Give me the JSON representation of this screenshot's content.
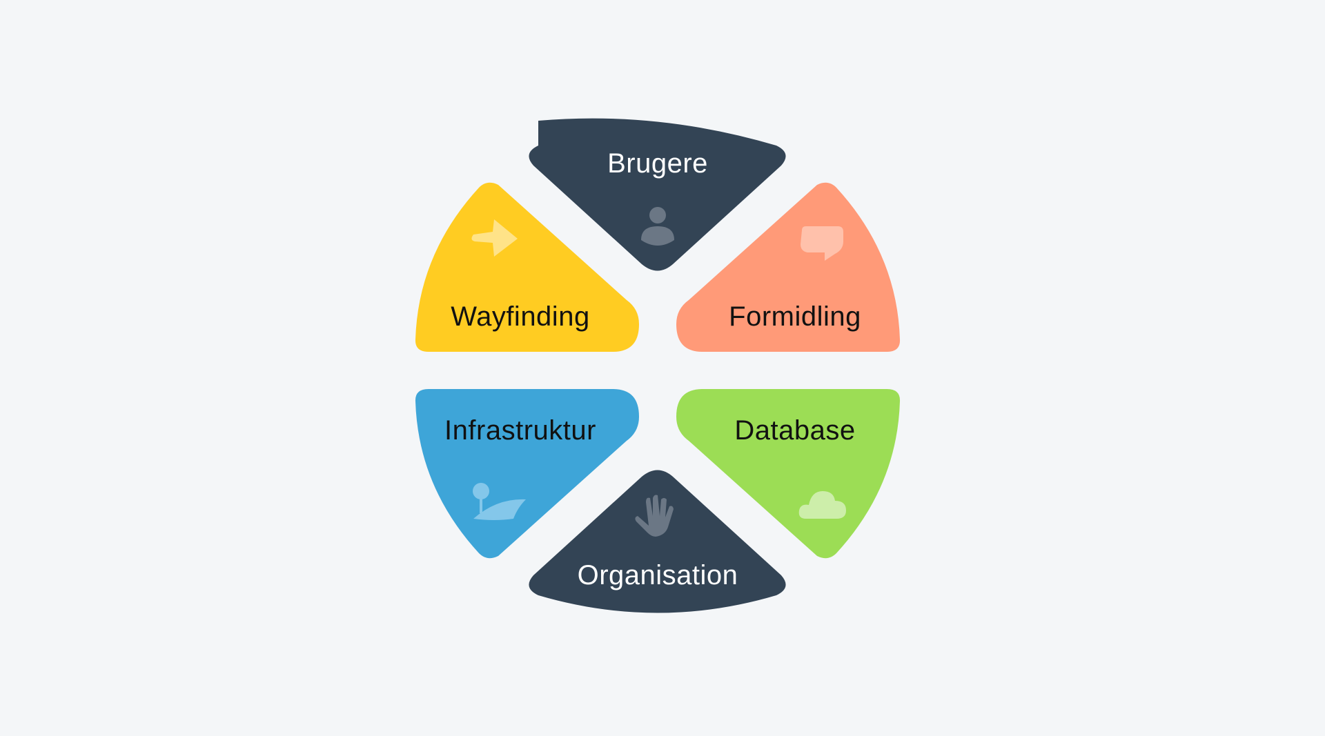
{
  "background_color": "#f4f6f8",
  "segments": [
    {
      "id": "brugere",
      "label": "Brugere",
      "color": "#334455",
      "icon": "user-icon",
      "icon_color": "#6b7785"
    },
    {
      "id": "formidling",
      "label": "Formidling",
      "color": "#ff9a78",
      "icon": "speech-bubble-icon",
      "icon_color": "#ffc1ab"
    },
    {
      "id": "database",
      "label": "Database",
      "color": "#9cdd55",
      "icon": "cloud-icon",
      "icon_color": "#cdeeaa"
    },
    {
      "id": "organisation",
      "label": "Organisation",
      "color": "#334455",
      "icon": "hand-icon",
      "icon_color": "#6b7785"
    },
    {
      "id": "infrastruktur",
      "label": "Infrastruktur",
      "color": "#3ea5d8",
      "icon": "landscape-icon",
      "icon_color": "#84c7ea"
    },
    {
      "id": "wayfinding",
      "label": "Wayfinding",
      "color": "#ffcc22",
      "icon": "arrow-right-icon",
      "icon_color": "#ffe388"
    }
  ]
}
